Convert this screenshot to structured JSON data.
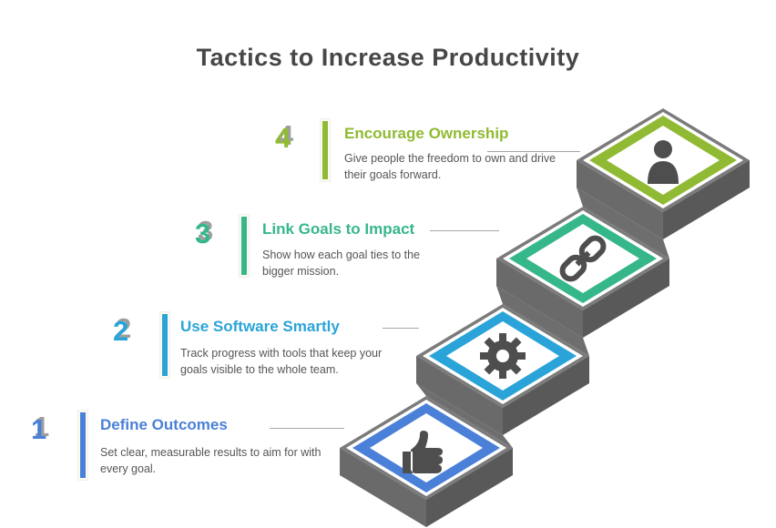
{
  "title": "Tactics to Increase Productivity",
  "colors": {
    "step1_blue": "#4a80d8",
    "step2_cyan": "#2aa4d8",
    "step3_teal": "#36b78a",
    "step4_lime": "#90ba33",
    "stair_gray": "#6e6e6e",
    "icon_gray": "#4e4e4e",
    "description_gray": "#555555",
    "title_gray": "#474747"
  },
  "steps": [
    {
      "number": "1",
      "label": "Define Outcomes",
      "description": "Set clear, measurable results to aim for with every goal.",
      "color": "#4a80d8",
      "icon": "thumbs-up-icon"
    },
    {
      "number": "2",
      "label": "Use Software Smartly",
      "description": "Track progress with tools that keep your goals visible to the whole team.",
      "color": "#2aa4d8",
      "icon": "gear-icon"
    },
    {
      "number": "3",
      "label": "Link Goals to Impact",
      "description": "Show how each goal ties to the bigger mission.",
      "color": "#36b78a",
      "icon": "link-icon"
    },
    {
      "number": "4",
      "label": "Encourage Ownership",
      "description": "Give people the freedom to own and drive their goals forward.",
      "color": "#90ba33",
      "icon": "person-icon"
    }
  ]
}
